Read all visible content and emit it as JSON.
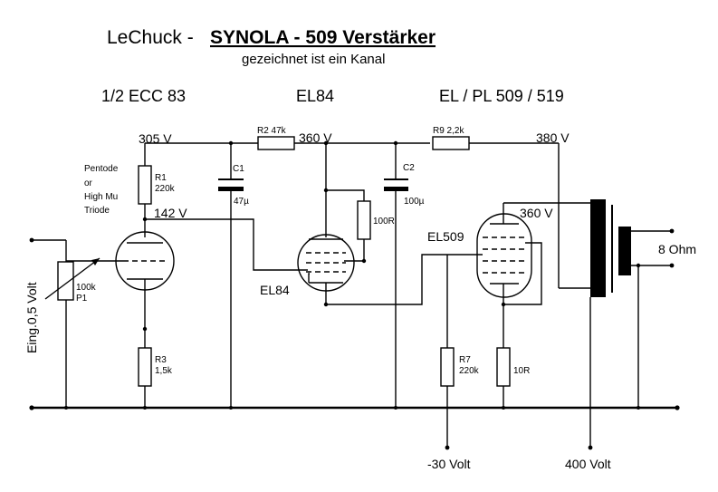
{
  "title": {
    "prefix": "LeChuck - ",
    "main": "SYNOLA - 509 Verstärker",
    "subtitle": "gezeichnet ist ein Kanal"
  },
  "stage_labels": {
    "stage1": "1/2 ECC 83",
    "stage2": "EL84",
    "stage3": "EL / PL 509 / 519"
  },
  "voltages": {
    "v305": "305 V",
    "v360a": "360 V",
    "v380": "380 V",
    "v142": "142 V",
    "v360b": "360 V",
    "neg30": "-30 Volt",
    "v400": "400 Volt"
  },
  "components": {
    "r1_name": "R1",
    "r1_val": "220k",
    "r2": "R2 47k",
    "r9": "R9 2,2k",
    "c1_name": "C1",
    "c1_val": "47µ",
    "c2_name": "C2",
    "c2_val": "100µ",
    "r100": "100R",
    "p1_val": "100k",
    "p1_name": "P1",
    "r3_name": "R3",
    "r3_val": "1,5k",
    "r7_name": "R7",
    "r7_val": "220k",
    "r10": "10R"
  },
  "tube_labels": {
    "el84": "EL84",
    "el509": "EL509"
  },
  "notes": {
    "mode1": "Pentode",
    "mode2": "or",
    "mode3": "High Mu",
    "mode4": "Triode",
    "input": "Eing.0,5 Volt",
    "speaker": "8 Ohm"
  }
}
